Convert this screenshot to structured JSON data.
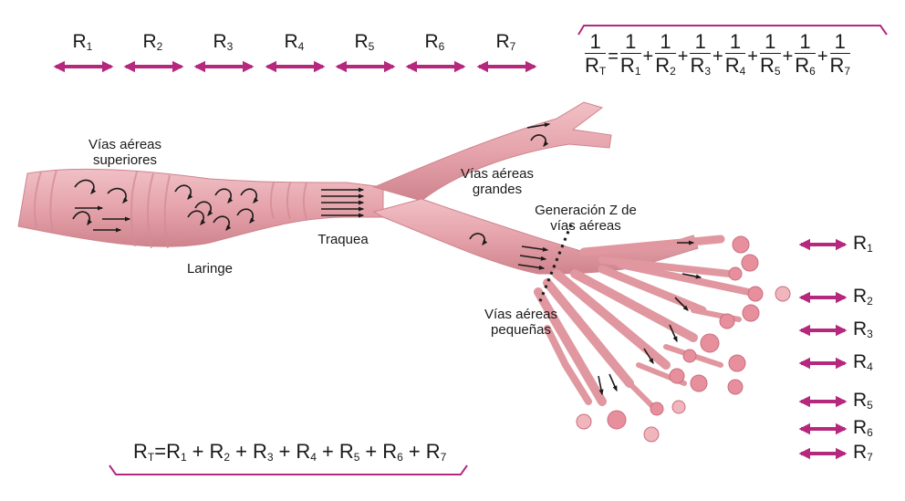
{
  "colors": {
    "arrow": "#b5287e",
    "tissue": "#e6a3ab",
    "tissue_dark": "#c97680",
    "tissue_light": "#f2c6cb",
    "alveoli": "#e78f9d",
    "text": "#1a1a1a"
  },
  "top_scale": {
    "labels": [
      "R",
      "R",
      "R",
      "R",
      "R",
      "R",
      "R"
    ],
    "subs": [
      "1",
      "2",
      "3",
      "4",
      "5",
      "6",
      "7"
    ]
  },
  "right_scale": {
    "labels": [
      "R",
      "R",
      "R",
      "R",
      "R",
      "R",
      "R"
    ],
    "subs": [
      "1",
      "2",
      "3",
      "4",
      "5",
      "6",
      "7"
    ]
  },
  "parallel_formula": {
    "numerator": "1",
    "lhs": "R",
    "lhs_sub": "T",
    "equals": "=",
    "plus": "+",
    "terms": [
      {
        "r": "R",
        "sub": "1"
      },
      {
        "r": "R",
        "sub": "2"
      },
      {
        "r": "R",
        "sub": "3"
      },
      {
        "r": "R",
        "sub": "4"
      },
      {
        "r": "R",
        "sub": "5"
      },
      {
        "r": "R",
        "sub": "6"
      },
      {
        "r": "R",
        "sub": "7"
      }
    ]
  },
  "series_formula": {
    "lhs": "R",
    "lhs_sub": "T",
    "equals": "=",
    "plus": "+",
    "terms": [
      {
        "r": "R",
        "sub": "1"
      },
      {
        "r": "R",
        "sub": "2"
      },
      {
        "r": "R",
        "sub": "3"
      },
      {
        "r": "R",
        "sub": "4"
      },
      {
        "r": "R",
        "sub": "5"
      },
      {
        "r": "R",
        "sub": "6"
      },
      {
        "r": "R",
        "sub": "7"
      }
    ]
  },
  "labels": {
    "upper_airways_1": "Vías aéreas",
    "upper_airways_2": "superiores",
    "larynx": "Laringe",
    "trachea": "Traquea",
    "large_airways_1": "Vías aéreas",
    "large_airways_2": "grandes",
    "generation_1": "Generación Z de",
    "generation_2": "vías aéreas",
    "small_airways_1": "Vías aéreas",
    "small_airways_2": "pequeñas"
  }
}
